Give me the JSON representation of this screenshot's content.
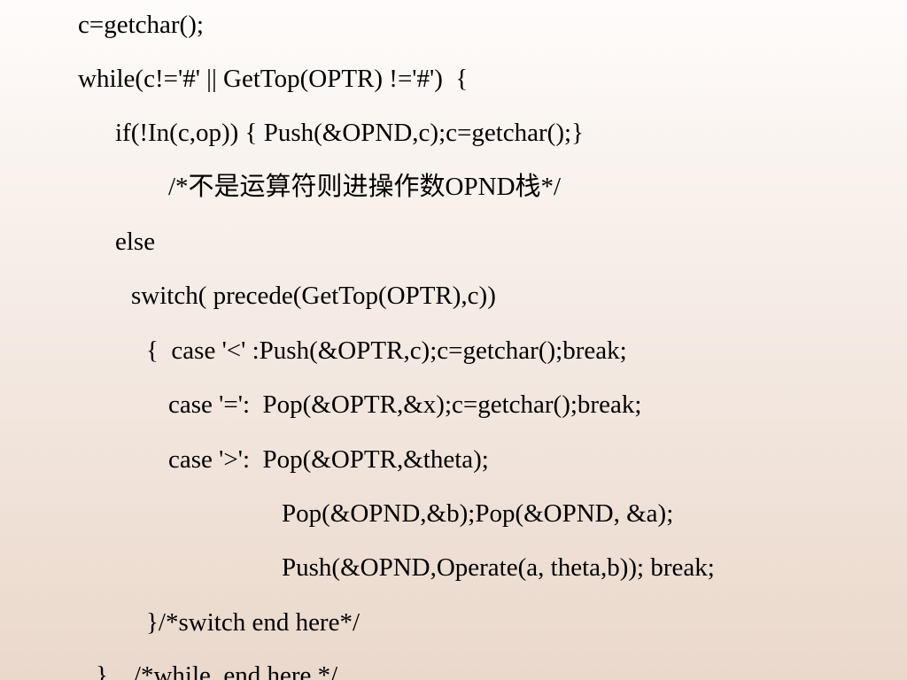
{
  "slide": {
    "code_lines": [
      "c=getchar();",
      "while(c!='#' || GetTop(OPTR) !='#')  {",
      "if(!In(c,op)) { Push(&OPND,c);c=getchar();}",
      "/*不是运算符则进操作数OPND栈*/",
      "else",
      "switch( precede(GetTop(OPTR),c))",
      "{  case '<' :Push(&OPTR,c);c=getchar();break;",
      "case '=':  Pop(&OPTR,&x);c=getchar();break;",
      "case '>':  Pop(&OPTR,&theta);",
      "Pop(&OPND,&b);Pop(&OPND, &a);",
      "Push(&OPND,Operate(a, theta,b)); break;",
      "}/*switch end here*/",
      "}    /*while  end here */"
    ]
  }
}
